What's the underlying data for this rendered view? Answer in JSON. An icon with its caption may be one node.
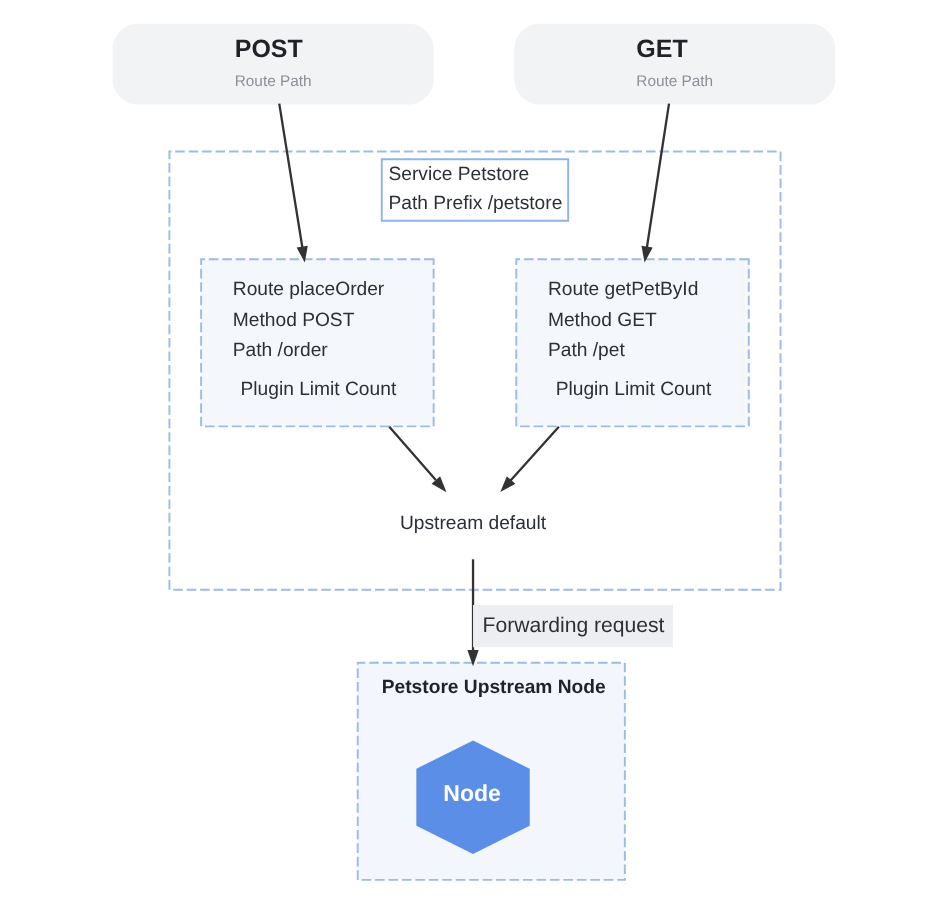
{
  "diagram": {
    "nodes": [
      {
        "text": [
          "POST",
          "Route Path"
        ]
      },
      {
        "text": [
          "GET",
          "Route Path"
        ]
      },
      {
        "text": [
          "Service Petstore",
          "Path Prefix /petstore"
        ]
      },
      {
        "text": [
          "Route placeOrder",
          "Method POST",
          "Path /order",
          "Plugin Limit Count"
        ],
        "in": 2
      },
      {
        "text": [
          "Route getPetById",
          "Method GET",
          "Path /pet",
          "Plugin Limit Count"
        ],
        "in": 2
      },
      {
        "text": [
          "Upstream default"
        ],
        "in": 2
      },
      {
        "text": [
          "Petstore Upstream Node"
        ]
      },
      {
        "text": [
          "Node"
        ],
        "in": 6
      }
    ],
    "edges": [
      {
        "from": 0,
        "to": 3,
        "arrow": "to"
      },
      {
        "from": 1,
        "to": 4,
        "arrow": "to"
      },
      {
        "from": 3,
        "to": 5,
        "arrow": "to"
      },
      {
        "from": 4,
        "to": 5,
        "arrow": "to"
      },
      {
        "from": 5,
        "to": 6,
        "arrow": "to",
        "label": "Forwarding request"
      }
    ]
  }
}
